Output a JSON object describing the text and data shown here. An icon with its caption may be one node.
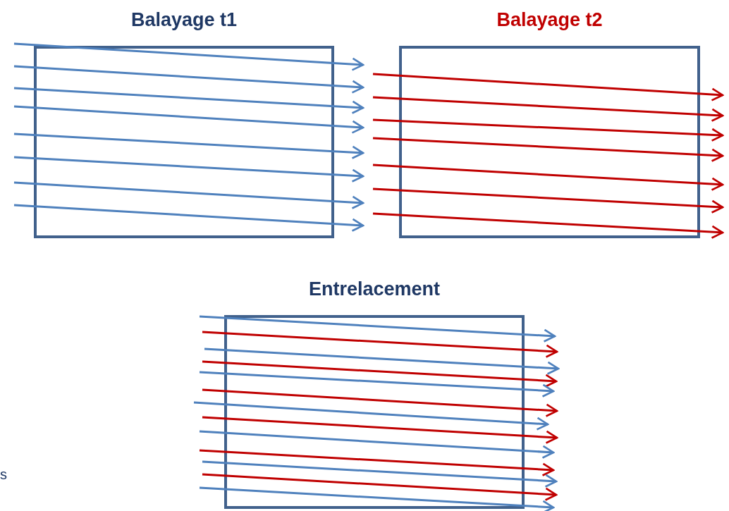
{
  "diagram": {
    "nodes": [
      {
        "text": [
          "Balayage t1"
        ]
      },
      {
        "text": [
          "Balayage t2"
        ]
      },
      {
        "text": [
          "Entrelacement"
        ]
      }
    ],
    "labels": [
      "s"
    ]
  }
}
